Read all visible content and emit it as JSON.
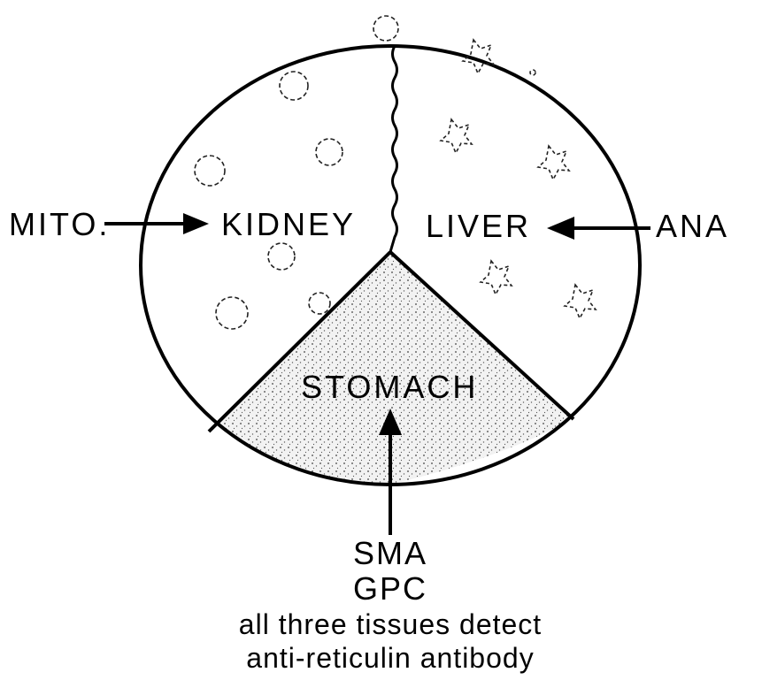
{
  "diagram": {
    "labels": {
      "mito": "MITO.",
      "ana": "ANA",
      "kidney": "KIDNEY",
      "liver": "LIVER",
      "stomach": "STOMACH",
      "sma": "SMA",
      "gpc": "GPC",
      "note_line1": "all three tissues detect",
      "note_line2": "anti-reticulin antibody"
    },
    "colors": {
      "ink": "#000000",
      "background": "#ffffff",
      "stipple": "#444444"
    }
  }
}
